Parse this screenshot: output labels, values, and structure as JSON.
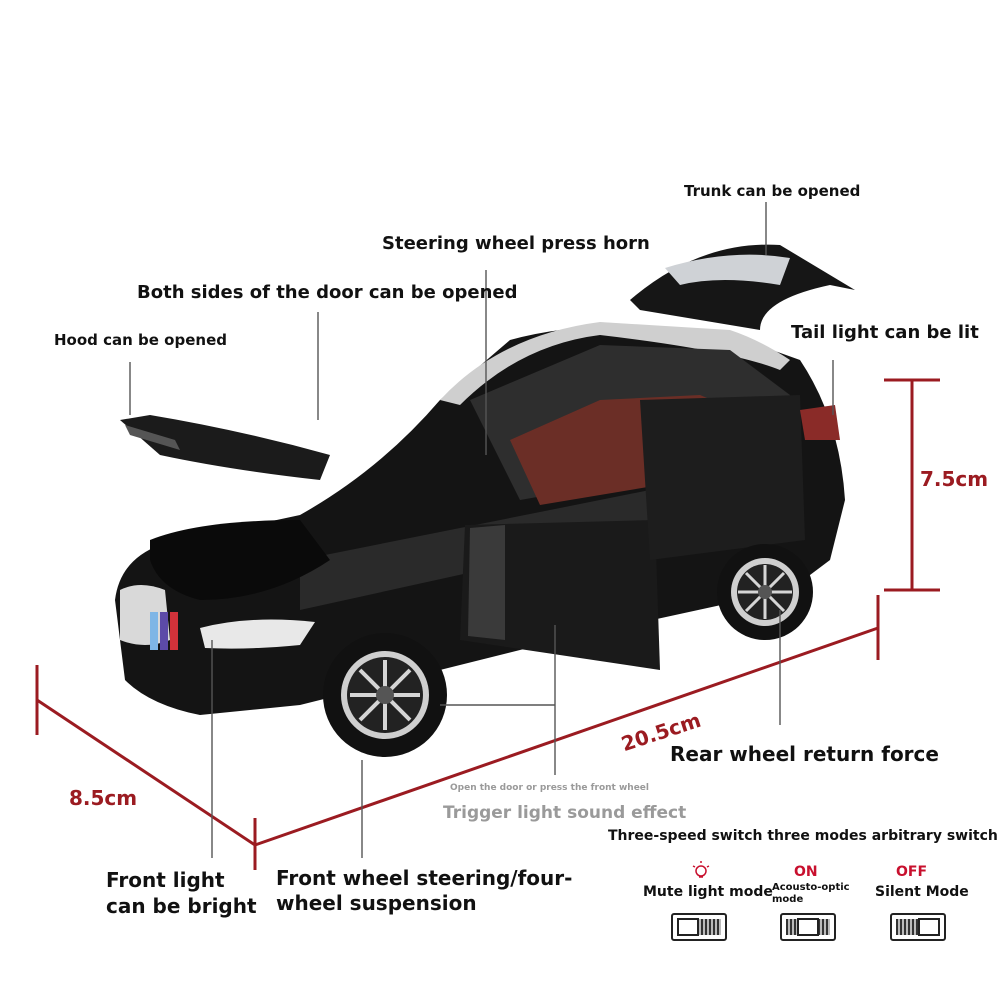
{
  "labels": {
    "trunk": "Trunk can be opened",
    "steering": "Steering wheel press horn",
    "doors": "Both sides of the door can be opened",
    "hood": "Hood can be opened",
    "tail_light": "Tail light can be lit",
    "height_dim": "7.5cm",
    "length_dim": "20.5cm",
    "width_dim": "8.5cm",
    "rear_wheel": "Rear wheel return force",
    "door_trigger_small": "Open the door or press the front wheel",
    "trigger_effect": "Trigger light sound effect",
    "switch_title": "Three-speed switch three modes arbitrary switch",
    "front_light_1": "Front light",
    "front_light_2": "can be bright",
    "front_wheel_1": "Front wheel steering/four-",
    "front_wheel_2": "wheel suspension"
  },
  "modes": [
    {
      "status": "",
      "name": "Mute light mode",
      "icon": "lightbulb-icon"
    },
    {
      "status": "ON",
      "name": "Acousto-optic mode",
      "icon": ""
    },
    {
      "status": "OFF",
      "name": "Silent Mode",
      "icon": ""
    }
  ],
  "colors": {
    "dimension_line": "#9b1b21",
    "text": "#111111",
    "status": "#c8102e",
    "car_body": "#111111"
  }
}
